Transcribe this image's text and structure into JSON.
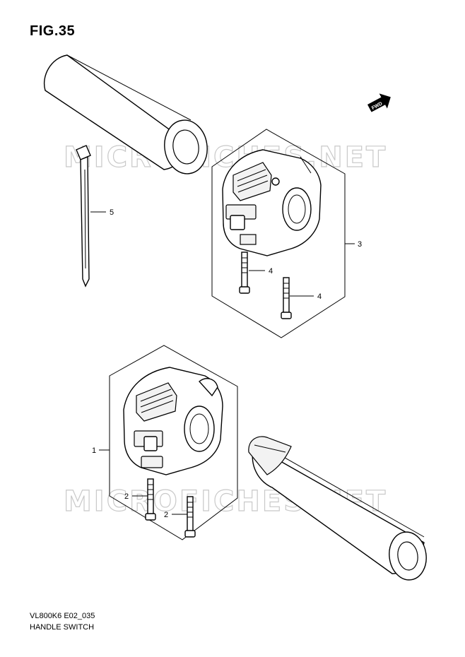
{
  "figure": {
    "title": "FIG.35",
    "model_code": "VL800K6 E02_035",
    "name": "HANDLE SWITCH"
  },
  "watermark": "MICROFICHES.NET",
  "fwd_label": "FWD",
  "callouts": [
    {
      "id": "1",
      "label": "1"
    },
    {
      "id": "2a",
      "label": "2"
    },
    {
      "id": "2b",
      "label": "2"
    },
    {
      "id": "3",
      "label": "3"
    },
    {
      "id": "4a",
      "label": "4"
    },
    {
      "id": "4b",
      "label": "4"
    },
    {
      "id": "5",
      "label": "5"
    }
  ]
}
